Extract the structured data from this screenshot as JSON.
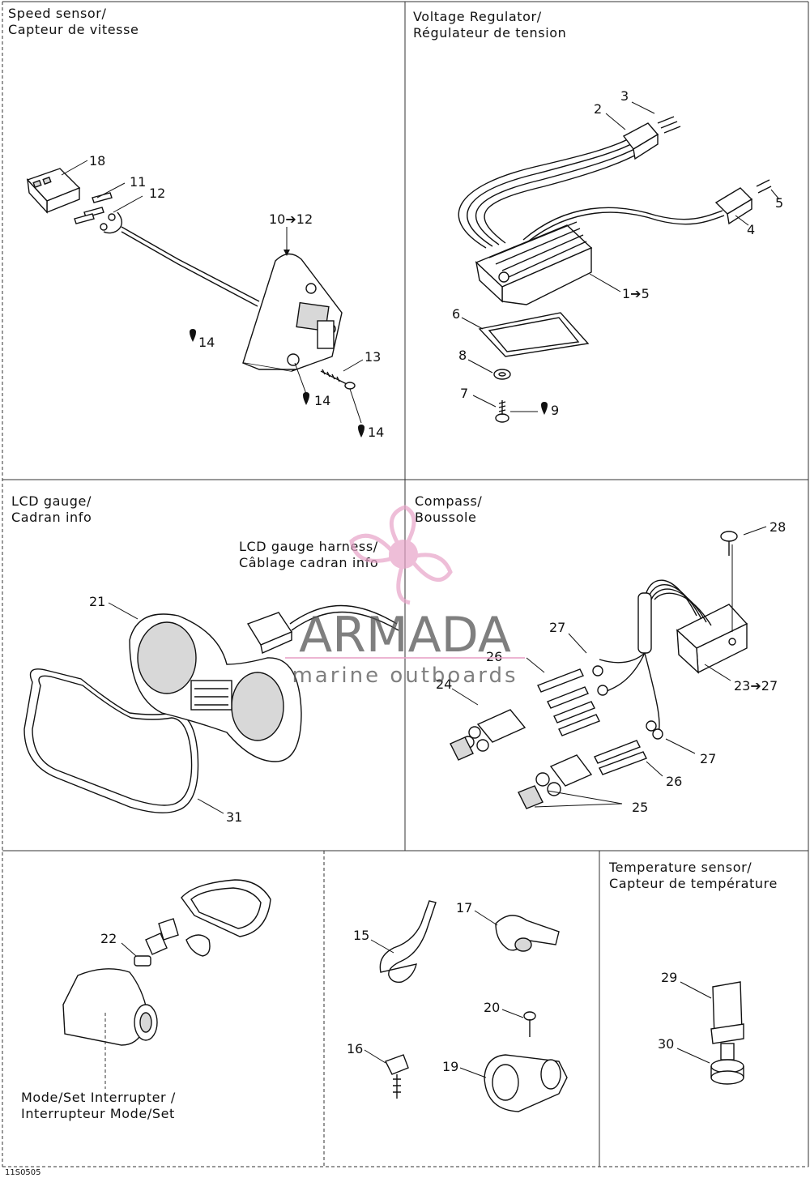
{
  "sections": {
    "speed_sensor": {
      "title_en": "Speed sensor/",
      "title_fr": "Capteur de vitesse"
    },
    "voltage_regulator": {
      "title_en": "Voltage Regulator/",
      "title_fr": "Régulateur de tension"
    },
    "lcd_gauge": {
      "title_en": "LCD gauge/",
      "title_fr": "Cadran info"
    },
    "lcd_harness": {
      "title_en": "LCD gauge harness/",
      "title_fr": "Câblage cadran info"
    },
    "compass": {
      "title_en": "Compass/",
      "title_fr": "Boussole"
    },
    "temperature_sensor": {
      "title_en": "Temperature sensor/",
      "title_fr": "Capteur de température"
    },
    "mode_set": {
      "title_en": "Mode/Set Interrupter /",
      "title_fr": "Interrupteur Mode/Set"
    }
  },
  "callouts": {
    "speed": {
      "c18": "18",
      "c11": "11",
      "c12": "12",
      "c10_12": "10➔12",
      "c14a": "14",
      "c14b": "14",
      "c13": "13",
      "c14c": "14"
    },
    "regulator": {
      "c3": "3",
      "c2": "2",
      "c5": "5",
      "c4": "4",
      "c1_5": "1➔5",
      "c6": "6",
      "c8": "8",
      "c7": "7",
      "c9": "9"
    },
    "lcd": {
      "c21": "21",
      "c31": "31"
    },
    "compass": {
      "c28": "28",
      "c27a": "27",
      "c26a": "26",
      "c24": "24",
      "c23_27": "23➔27",
      "c27b": "27",
      "c26b": "26",
      "c25": "25"
    },
    "mode": {
      "c22": "22"
    },
    "clips": {
      "c15": "15",
      "c17": "17",
      "c20": "20",
      "c16": "16",
      "c19": "19"
    },
    "temp": {
      "c29": "29",
      "c30": "30"
    }
  },
  "watermark": {
    "brand": "ARMADA",
    "tagline": "marine outboards",
    "accent_color": "#e8a3c8"
  },
  "footer": {
    "code": "11S0505"
  }
}
